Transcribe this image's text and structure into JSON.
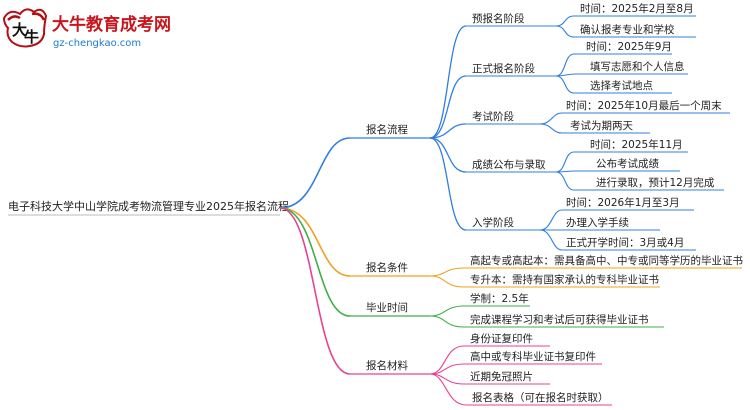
{
  "logo": {
    "title": "大牛教育成考网",
    "url": "gz-chengkao.com",
    "mark_chars": [
      "大",
      "牛"
    ]
  },
  "root": {
    "label": "电子科技大学中山学院成考物流管理专业2025年报名流程"
  },
  "colors": {
    "blue": "#2f7fe0",
    "orange": "#f0a020",
    "green": "#3fae49",
    "pink": "#e84393"
  },
  "branches": [
    {
      "label": "报名流程",
      "color": "blue",
      "children": [
        {
          "label": "预报名阶段",
          "children": [
            {
              "label": "时间：2025年2月至8月"
            },
            {
              "label": "确认报考专业和学校"
            }
          ]
        },
        {
          "label": "正式报名阶段",
          "children": [
            {
              "label": "时间：2025年9月"
            },
            {
              "label": "填写志愿和个人信息"
            },
            {
              "label": "选择考试地点"
            }
          ]
        },
        {
          "label": "考试阶段",
          "children": [
            {
              "label": "时间：2025年10月最后一个周末"
            },
            {
              "label": "考试为期两天"
            }
          ]
        },
        {
          "label": "成绩公布与录取",
          "children": [
            {
              "label": "时间：2025年11月"
            },
            {
              "label": "公布考试成绩"
            },
            {
              "label": "进行录取，预计12月完成"
            }
          ]
        },
        {
          "label": "入学阶段",
          "children": [
            {
              "label": "时间：2026年1月至3月"
            },
            {
              "label": "办理入学手续"
            },
            {
              "label": "正式开学时间：3月或4月"
            }
          ]
        }
      ]
    },
    {
      "label": "报名条件",
      "color": "orange",
      "children": [
        {
          "label": "高起专或高起本：需具备高中、中专或同等学历的毕业证书"
        },
        {
          "label": "专升本：需持有国家承认的专科毕业证书"
        }
      ]
    },
    {
      "label": "毕业时间",
      "color": "green",
      "children": [
        {
          "label": "学制：2.5年"
        },
        {
          "label": "完成课程学习和考试后可获得毕业证书"
        }
      ]
    },
    {
      "label": "报名材料",
      "color": "pink",
      "children": [
        {
          "label": "身份证复印件"
        },
        {
          "label": "高中或专科毕业证书复印件"
        },
        {
          "label": "近期免冠照片"
        },
        {
          "label": "报名表格（可在报名时获取）"
        }
      ]
    }
  ]
}
